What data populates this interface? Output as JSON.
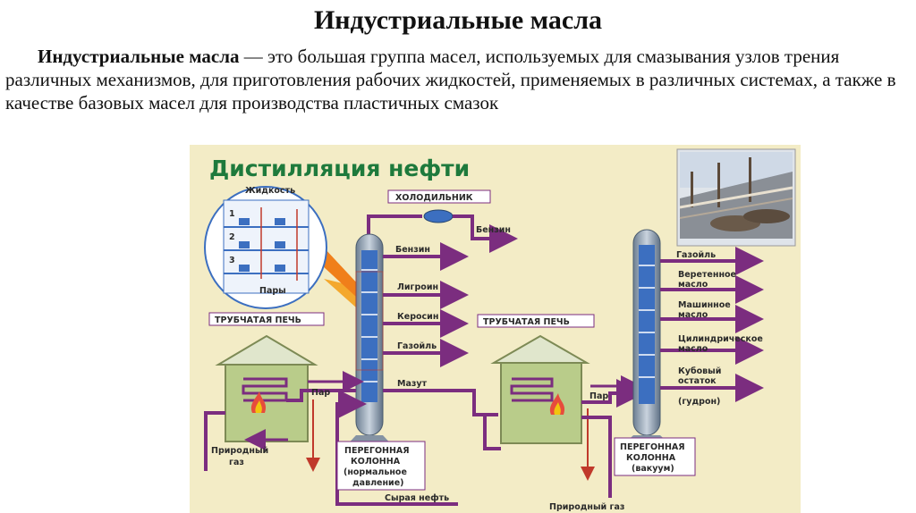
{
  "page": {
    "title": "Индустриальные масла",
    "paragraph_term": "Индустриальные масла",
    "paragraph_rest": " — это большая группа масел, используемых для смазывания узлов трения различных механизмов, для приготовления рабочих жидкостей, применяемых в различных системах, а также в качестве базовых масел для производства пластичных смазок"
  },
  "diagram": {
    "heading": "Дистилляция нефти",
    "inset": {
      "liquid": "Жидкость",
      "vapors": "Пары",
      "n1": "1",
      "n2": "2",
      "n3": "3"
    },
    "cooler": "ХОЛОДИЛЬНИК",
    "furnace_left": "ТРУБЧАТАЯ ПЕЧЬ",
    "furnace_right": "ТРУБЧАТАЯ ПЕЧЬ",
    "steam_left": "Пар",
    "steam_right": "Пар",
    "gas_left": [
      "Природный",
      "газ"
    ],
    "gas_right": "Природный газ",
    "crude": "Сырая нефть",
    "column_left": [
      "ПЕРЕГОННАЯ",
      "КОЛОННА",
      "(нормальное",
      "давление)"
    ],
    "column_right": [
      "ПЕРЕГОННАЯ",
      "КОЛОННА",
      "(вакуум)"
    ],
    "left_products": [
      "Бензин",
      "Бензин",
      "Лигроин",
      "Керосин",
      "Газойль",
      "Мазут"
    ],
    "right_products": [
      "Газойль",
      "Веретенное",
      "масло",
      "Машинное",
      "масло",
      "Цилиндрическое",
      "масло",
      "Кубовый",
      "остаток",
      "(гудрон)"
    ],
    "colors": {
      "background": "#f3ecc6",
      "pipe": "#7b2d7f",
      "column": "#3c6fc0",
      "furnace": "#b9cc8a",
      "heading": "#1e7a3c"
    }
  }
}
